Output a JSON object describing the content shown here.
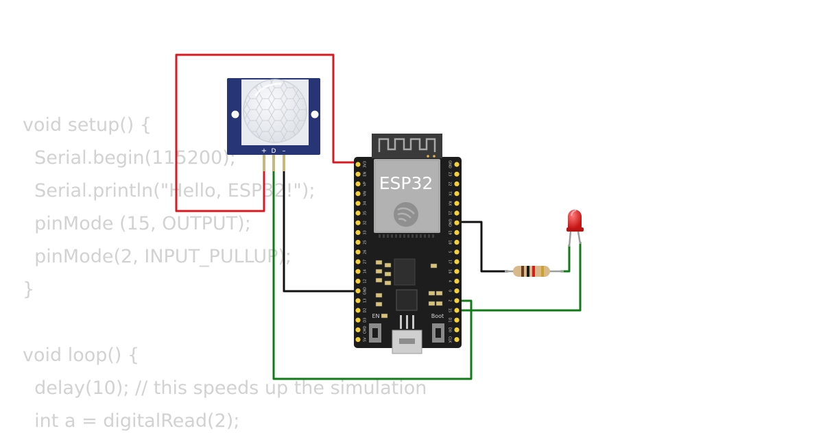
{
  "code_lines": [
    "void setup() {",
    "  Serial.begin(115200);",
    "  Serial.println(\"Hello, ESP32!\");",
    "  pinMode (15, OUTPUT);",
    "  pinMode(2, INPUT_PULLUP);",
    "}",
    "",
    "void loop() {",
    "  delay(10); // this speeds up the simulation",
    "  int a = digitalRead(2);"
  ],
  "pir": {
    "pin_plus": "+",
    "pin_d": "D",
    "pin_minus": "–"
  },
  "esp32": {
    "module_label": "ESP32",
    "en_label": "EN",
    "boot_label": "Boot",
    "left_pins": [
      "3V3",
      "EN",
      "VP",
      "VN",
      "34",
      "35",
      "32",
      "33",
      "25",
      "26",
      "27",
      "14",
      "12",
      "GND",
      "13",
      "D2",
      "D3",
      "CMD",
      "5V"
    ],
    "right_pins": [
      "GND",
      "23",
      "22",
      "TX",
      "RX",
      "21",
      "GND",
      "19",
      "18",
      "5",
      "17",
      "16",
      "4",
      "0",
      "2",
      "15",
      "D1",
      "D0",
      "CLK"
    ]
  },
  "colors": {
    "wire_red": "#d71920",
    "wire_black": "#111111",
    "wire_green": "#0e7b16",
    "board": "#1d1d1d",
    "pir_frame": "#273577",
    "led": "#e32020",
    "code_text": "#d2d2d2"
  }
}
